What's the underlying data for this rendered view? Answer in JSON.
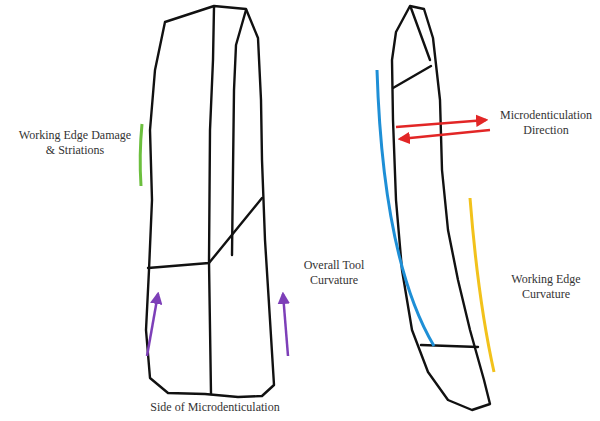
{
  "diagram": {
    "labels": [
      "Working Edge Damage & Striations",
      "Side of Microdenticulation",
      "Microdenticulation Direction",
      "Overall Tool Curvature",
      "Working Edge Curvature"
    ]
  }
}
